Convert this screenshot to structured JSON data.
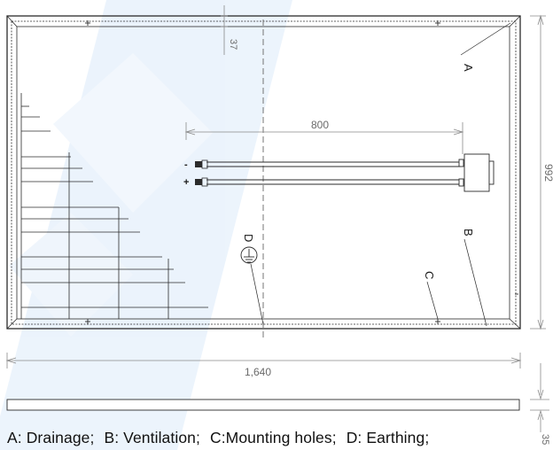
{
  "dimensions": {
    "frame_edge": "37",
    "junction_box_spacing": "800",
    "panel_length": "1,640",
    "panel_width": "992",
    "frame_thickness": "35"
  },
  "callouts": {
    "a": "A",
    "b": "B",
    "c": "C",
    "d": "D"
  },
  "cable_polarity": {
    "negative": "-",
    "positive": "+"
  },
  "legend": [
    "A: Drainage;",
    "B: Ventilation;",
    "C:Mounting holes;",
    "D: Earthing;"
  ],
  "colors": {
    "line": "#2b2b2b",
    "dim_line": "#8a8a8a",
    "watermark": "#cfe2f7"
  }
}
